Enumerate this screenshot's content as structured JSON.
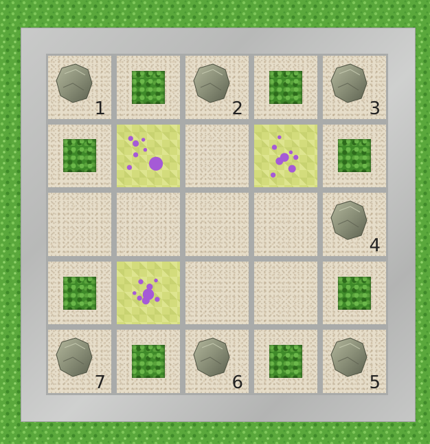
{
  "board": {
    "layout": [
      [
        "rock",
        "hedge",
        "rock",
        "hedge",
        "rock"
      ],
      [
        "hedge",
        "lawn",
        "sand",
        "lawn",
        "hedge"
      ],
      [
        "sand",
        "sand",
        "sand",
        "sand",
        "rock"
      ],
      [
        "hedge",
        "lawn",
        "sand",
        "sand",
        "hedge"
      ],
      [
        "rock",
        "hedge",
        "rock",
        "hedge",
        "rock"
      ]
    ],
    "rock_labels": {
      "r0c0": "1",
      "r0c2": "2",
      "r0c4": "3",
      "r2c4": "4",
      "r4c4": "5",
      "r4c2": "6",
      "r4c0": "7"
    }
  },
  "colors": {
    "grass": "#5aa83c",
    "path": "#c4c5c4",
    "sand": "#e6ddc9",
    "lawn": "#d3dc7c",
    "hedge": "#3f8a2a",
    "rock": "#8a8f78",
    "flower": "#a55ad6"
  },
  "icons": {
    "rock": "rock-icon",
    "hedge": "hedge-icon",
    "flowers": "flower-cluster-icon"
  }
}
